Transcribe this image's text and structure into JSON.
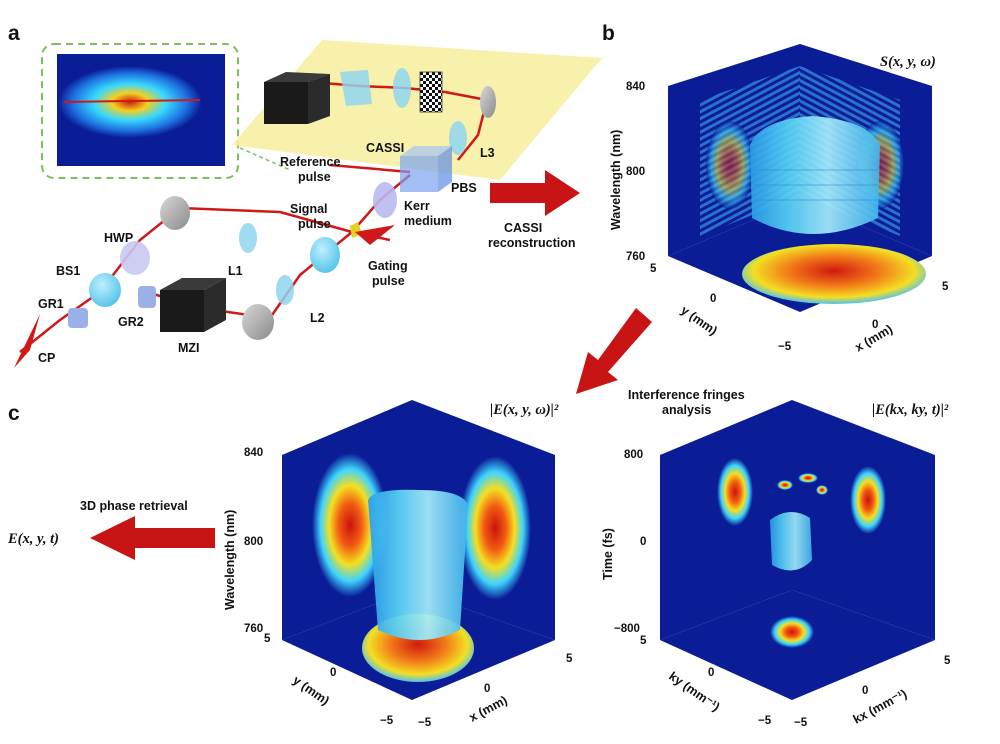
{
  "panel_a": {
    "label": "a",
    "components": {
      "cassi": "CASSI",
      "reference_pulse": [
        "Reference",
        "pulse"
      ],
      "pbs": "PBS",
      "l3": "L3",
      "kerr_medium": [
        "Kerr",
        "medium"
      ],
      "signal_pulse": [
        "Signal",
        "pulse"
      ],
      "gating_pulse": [
        "Gating",
        "pulse"
      ],
      "hwp": "HWP",
      "bs1": "BS1",
      "l1": "L1",
      "gr1": "GR1",
      "gr2": "GR2",
      "l2": "L2",
      "mzi": "MZI",
      "cp": "CP"
    },
    "colors": {
      "beam": "#d01818",
      "plane": "#f6ee9c",
      "inset_border": "#7cc05a",
      "optic": "#8fd6ee"
    }
  },
  "arrows": {
    "cassi_reconstruction": [
      "CASSI",
      "reconstruction"
    ],
    "interference_fringes_analysis": [
      "Interference fringes",
      "analysis"
    ],
    "phase_retrieval": "3D phase retrieval",
    "result_field": "E(x, y, t)",
    "color": "#c81414"
  },
  "panel_b": {
    "label": "b",
    "title": "S(x, y, ω)",
    "vertical_axis": {
      "label": "Wavelength (nm)",
      "ticks": [
        "840",
        "800",
        "760"
      ]
    },
    "y_axis": {
      "label": "y (mm)",
      "ticks": [
        "5",
        "0",
        "−5"
      ]
    },
    "x_axis": {
      "label": "x (mm)",
      "ticks": [
        "0",
        "5"
      ]
    }
  },
  "panel_c": {
    "label": "c",
    "left_cube": {
      "title": "|E(x, y, ω)|²",
      "vertical_axis": {
        "label": "Wavelength (nm)",
        "ticks": [
          "840",
          "800",
          "760"
        ]
      },
      "y_axis": {
        "label": "y (mm)",
        "ticks": [
          "5",
          "0",
          "−5"
        ]
      },
      "x_axis": {
        "label": "x (mm)",
        "ticks": [
          "−5",
          "0",
          "5"
        ]
      }
    },
    "right_cube": {
      "title": "|E(kx, ky, t)|²",
      "vertical_axis": {
        "label": "Time (fs)",
        "ticks": [
          "800",
          "0",
          "−800"
        ]
      },
      "y_axis": {
        "label": "ky (mm⁻¹)",
        "ticks": [
          "5",
          "0",
          "−5"
        ]
      },
      "x_axis": {
        "label": "kx (mm⁻¹)",
        "ticks": [
          "−5",
          "0",
          "5"
        ]
      }
    }
  },
  "colormap": {
    "background": "#0a1c96",
    "low": "#1d6fe0",
    "mid": "#38d9ff",
    "high": "#f3e220",
    "peak": "#d2140e"
  }
}
